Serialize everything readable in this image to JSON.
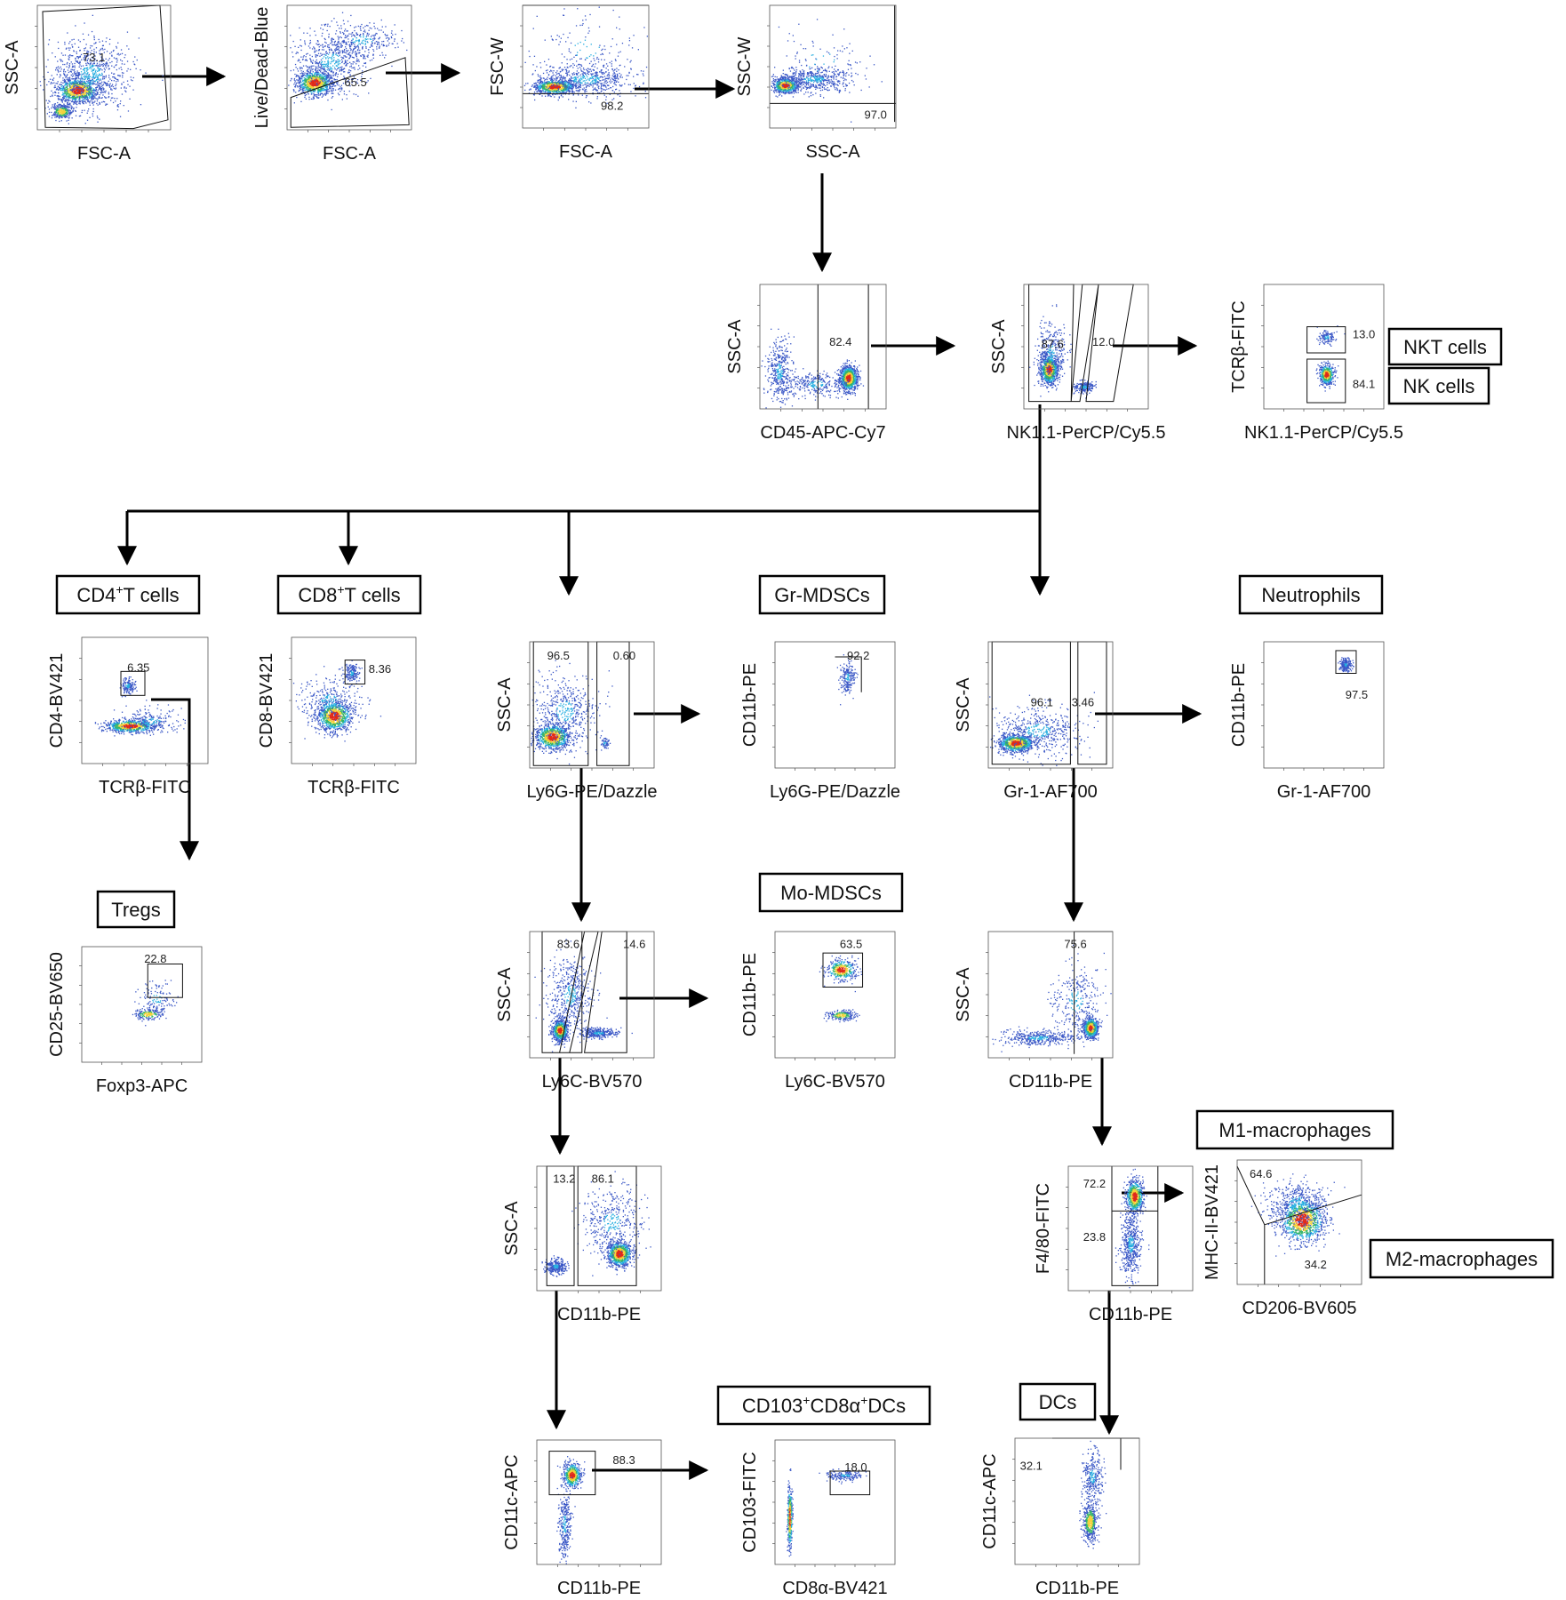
{
  "plots": [
    {
      "id": "p1",
      "x_label": "FSC-A",
      "y_label": "SSC-A",
      "pcts": [
        "73.1"
      ]
    },
    {
      "id": "p2",
      "x_label": "FSC-A",
      "y_label": "Live/Dead-Blue",
      "pcts": [
        "65.5"
      ]
    },
    {
      "id": "p3",
      "x_label": "FSC-A",
      "y_label": "FSC-W",
      "pcts": [
        "98.2"
      ]
    },
    {
      "id": "p4",
      "x_label": "SSC-A",
      "y_label": "SSC-W",
      "pcts": [
        "97.0"
      ]
    },
    {
      "id": "p5",
      "x_label": "CD45-APC-Cy7",
      "y_label": "SSC-A",
      "pcts": [
        "82.4"
      ]
    },
    {
      "id": "p6",
      "x_label": "NK1.1-PerCP/Cy5.5",
      "y_label": "SSC-A",
      "pcts": [
        "87.6",
        "12.0"
      ]
    },
    {
      "id": "p7",
      "x_label": "NK1.1-PerCP/Cy5.5",
      "y_label": "TCRβ-FITC",
      "pcts": [
        "13.0",
        "84.1"
      ]
    },
    {
      "id": "p8",
      "x_label": "TCRβ-FITC",
      "y_label": "CD4-BV421",
      "pcts": [
        "6.35"
      ]
    },
    {
      "id": "p9",
      "x_label": "TCRβ-FITC",
      "y_label": "CD8-BV421",
      "pcts": [
        "8.36"
      ]
    },
    {
      "id": "p10",
      "x_label": "Ly6G-PE/Dazzle",
      "y_label": "SSC-A",
      "pcts": [
        "96.5",
        "0.60"
      ]
    },
    {
      "id": "p11",
      "x_label": "Ly6G-PE/Dazzle",
      "y_label": "CD11b-PE",
      "pcts": [
        "92.2"
      ]
    },
    {
      "id": "p12",
      "x_label": "Gr-1-AF700",
      "y_label": "SSC-A",
      "pcts": [
        "96.1",
        "3.46"
      ]
    },
    {
      "id": "p13",
      "x_label": "Gr-1-AF700",
      "y_label": "CD11b-PE",
      "pcts": [
        "97.5"
      ]
    },
    {
      "id": "p14",
      "x_label": "Foxp3-APC",
      "y_label": "CD25-BV650",
      "pcts": [
        "22.8"
      ]
    },
    {
      "id": "p15",
      "x_label": "Ly6C-BV570",
      "y_label": "SSC-A",
      "pcts": [
        "83.6",
        "14.6"
      ]
    },
    {
      "id": "p16",
      "x_label": "Ly6C-BV570",
      "y_label": "CD11b-PE",
      "pcts": [
        "63.5"
      ]
    },
    {
      "id": "p17",
      "x_label": "CD11b-PE",
      "y_label": "SSC-A",
      "pcts": [
        "75.6"
      ]
    },
    {
      "id": "p18",
      "x_label": "CD11b-PE",
      "y_label": "SSC-A",
      "pcts": [
        "13.2",
        "86.1"
      ]
    },
    {
      "id": "p19",
      "x_label": "CD11b-PE",
      "y_label": "F4/80-FITC",
      "pcts": [
        "72.2",
        "23.8"
      ]
    },
    {
      "id": "p20",
      "x_label": "CD206-BV605",
      "y_label": "MHC-II-BV421",
      "pcts": [
        "64.6",
        "34.2"
      ]
    },
    {
      "id": "p21",
      "x_label": "CD11b-PE",
      "y_label": "CD11c-APC",
      "pcts": [
        "88.3"
      ]
    },
    {
      "id": "p22",
      "x_label": "CD8α-BV421",
      "y_label": "CD103-FITC",
      "pcts": [
        "18.0"
      ]
    },
    {
      "id": "p23",
      "x_label": "CD11b-PE",
      "y_label": "CD11c-APC",
      "pcts": [
        "32.1"
      ]
    }
  ],
  "populations": [
    {
      "id": "nkt",
      "main": "NKT cells"
    },
    {
      "id": "nk",
      "main": "NK cells"
    },
    {
      "id": "cd4",
      "main": "CD4",
      "sup": "+",
      "rest": "T cells"
    },
    {
      "id": "cd8",
      "main": "CD8",
      "sup": "+",
      "rest": "T cells"
    },
    {
      "id": "grmdsc",
      "main": "Gr-MDSCs"
    },
    {
      "id": "neut",
      "main": "Neutrophils"
    },
    {
      "id": "treg",
      "main": "Tregs"
    },
    {
      "id": "momdsc",
      "main": "Mo-MDSCs"
    },
    {
      "id": "m1",
      "main": "M1-macrophages"
    },
    {
      "id": "m2",
      "main": "M2-macrophages"
    },
    {
      "id": "cd103",
      "main": "CD103",
      "sup": "+",
      "rest": "CD8α",
      "sup2": "+",
      "rest2": "DCs"
    },
    {
      "id": "dcs",
      "main": "DCs"
    }
  ],
  "colors": {
    "dense": "#e02a1a",
    "mid": "#f3d23a",
    "green": "#35b56a",
    "cyan": "#27aee0",
    "sparse": "#3a57c6",
    "line": "#000000"
  }
}
